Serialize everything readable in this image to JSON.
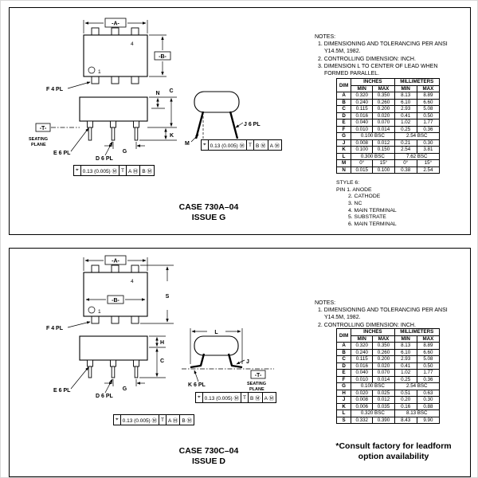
{
  "top_panel": {
    "notes_title": "NOTES:",
    "notes": [
      "1. DIMENSIONING AND TOLERANCING PER ANSI Y14.5M, 1982.",
      "2. CONTROLLING DIMENSION: INCH.",
      "3. DIMENSION L TO CENTER OF LEAD WHEN FORMED PARALLEL."
    ],
    "table": {
      "col_dim": "DIM",
      "group_inches": "INCHES",
      "group_mm": "MILLIMETERS",
      "min": "MIN",
      "max": "MAX",
      "rows": [
        [
          "A",
          "0.320",
          "0.350",
          "8.13",
          "8.89"
        ],
        [
          "B",
          "0.240",
          "0.260",
          "6.10",
          "6.60"
        ],
        [
          "C",
          "0.115",
          "0.200",
          "2.93",
          "5.08"
        ],
        [
          "D",
          "0.016",
          "0.020",
          "0.41",
          "0.50"
        ],
        [
          "E",
          "0.040",
          "0.070",
          "1.02",
          "1.77"
        ],
        [
          "F",
          "0.010",
          "0.014",
          "0.25",
          "0.36"
        ],
        [
          "G",
          {
            "t": "0.100 BSC",
            "s": 2
          },
          {
            "t": "2.54 BSC",
            "s": 2
          }
        ],
        [
          "J",
          "0.008",
          "0.012",
          "0.21",
          "0.30"
        ],
        [
          "K",
          "0.100",
          "0.150",
          "2.54",
          "3.81"
        ],
        [
          "L",
          {
            "t": "0.300 BSC",
            "s": 2
          },
          {
            "t": "7.62 BSC",
            "s": 2
          }
        ],
        [
          "M",
          "0°",
          "15°",
          "0°",
          "15°"
        ],
        [
          "N",
          "0.015",
          "0.100",
          "0.38",
          "2.54"
        ]
      ]
    },
    "style_title": "STYLE 6:",
    "style_pins": [
      "PIN 1.  ANODE",
      "2.  CATHODE",
      "3.  NC",
      "4.  MAIN TERMINAL",
      "5.  SUBSTRATE",
      "6.  MAIN TERMINAL"
    ],
    "fcf_right": [
      "⌖",
      "0.13 (0.005) Ⓜ",
      "T",
      "B Ⓜ",
      "A Ⓜ"
    ],
    "fcf_lower": [
      "⌖",
      "0.13 (0.005) Ⓜ",
      "T",
      "A Ⓜ",
      "B Ⓜ"
    ],
    "case_label": "CASE 730A–04",
    "issue_label": "ISSUE G",
    "labels": {
      "a": "-A-",
      "b": "-B-",
      "c": "C",
      "n": "N",
      "k": "K",
      "g": "G",
      "f": "F 4 PL",
      "d": "D 6 PL",
      "e": "E 6 PL",
      "j": "J 6 PL",
      "m": "M",
      "t": "-T-",
      "seating1": "SEATING",
      "seating2": "PLANE",
      "pin1": "1",
      "pin4": "4"
    }
  },
  "bottom_panel": {
    "notes_title": "NOTES:",
    "notes": [
      "1. DIMENSIONING AND TOLERANCING PER ANSI Y14.5M, 1982.",
      "2. CONTROLLING DIMENSION: INCH."
    ],
    "table": {
      "col_dim": "DIM",
      "group_inches": "INCHES",
      "group_mm": "MILLIMETERS",
      "min": "MIN",
      "max": "MAX",
      "rows": [
        [
          "A",
          "0.320",
          "0.350",
          "8.13",
          "8.89"
        ],
        [
          "B",
          "0.240",
          "0.260",
          "6.10",
          "6.60"
        ],
        [
          "C",
          "0.115",
          "0.200",
          "2.93",
          "5.08"
        ],
        [
          "D",
          "0.016",
          "0.020",
          "0.41",
          "0.50"
        ],
        [
          "E",
          "0.040",
          "0.070",
          "1.02",
          "1.77"
        ],
        [
          "F",
          "0.010",
          "0.014",
          "0.25",
          "0.36"
        ],
        [
          "G",
          {
            "t": "0.100 BSC",
            "s": 2
          },
          {
            "t": "2.54 BSC",
            "s": 2
          }
        ],
        [
          "H",
          "0.020",
          "0.025",
          "0.51",
          "0.63"
        ],
        [
          "J",
          "0.008",
          "0.012",
          "0.20",
          "0.30"
        ],
        [
          "K",
          "0.006",
          "0.035",
          "0.16",
          "0.88"
        ],
        [
          "L",
          {
            "t": "0.320 BSC",
            "s": 2
          },
          {
            "t": "8.13 BSC",
            "s": 2
          }
        ],
        [
          "S",
          "0.332",
          "0.390",
          "8.43",
          "9.90"
        ]
      ]
    },
    "fcf_right": [
      "⌖",
      "0.13 (0.005) Ⓜ",
      "T",
      "B Ⓜ",
      "A Ⓜ"
    ],
    "fcf_lower": [
      "⌖",
      "0.13 (0.005) Ⓜ",
      "T",
      "A Ⓜ",
      "B Ⓜ"
    ],
    "consult": "*Consult factory for leadform option availability",
    "case_label": "CASE 730C–04",
    "issue_label": "ISSUE D",
    "labels": {
      "a": "-A-",
      "b": "-B-",
      "s": "S",
      "c": "C",
      "h": "H",
      "g": "G",
      "f": "F 4 PL",
      "d": "D 6 PL",
      "e": "E 6 PL",
      "l": "L",
      "j": "J",
      "k": "K 6 PL",
      "t": "-T-",
      "seating1": "SEATING",
      "seating2": "PLANE",
      "pin1": "1",
      "pin4": "4"
    }
  }
}
